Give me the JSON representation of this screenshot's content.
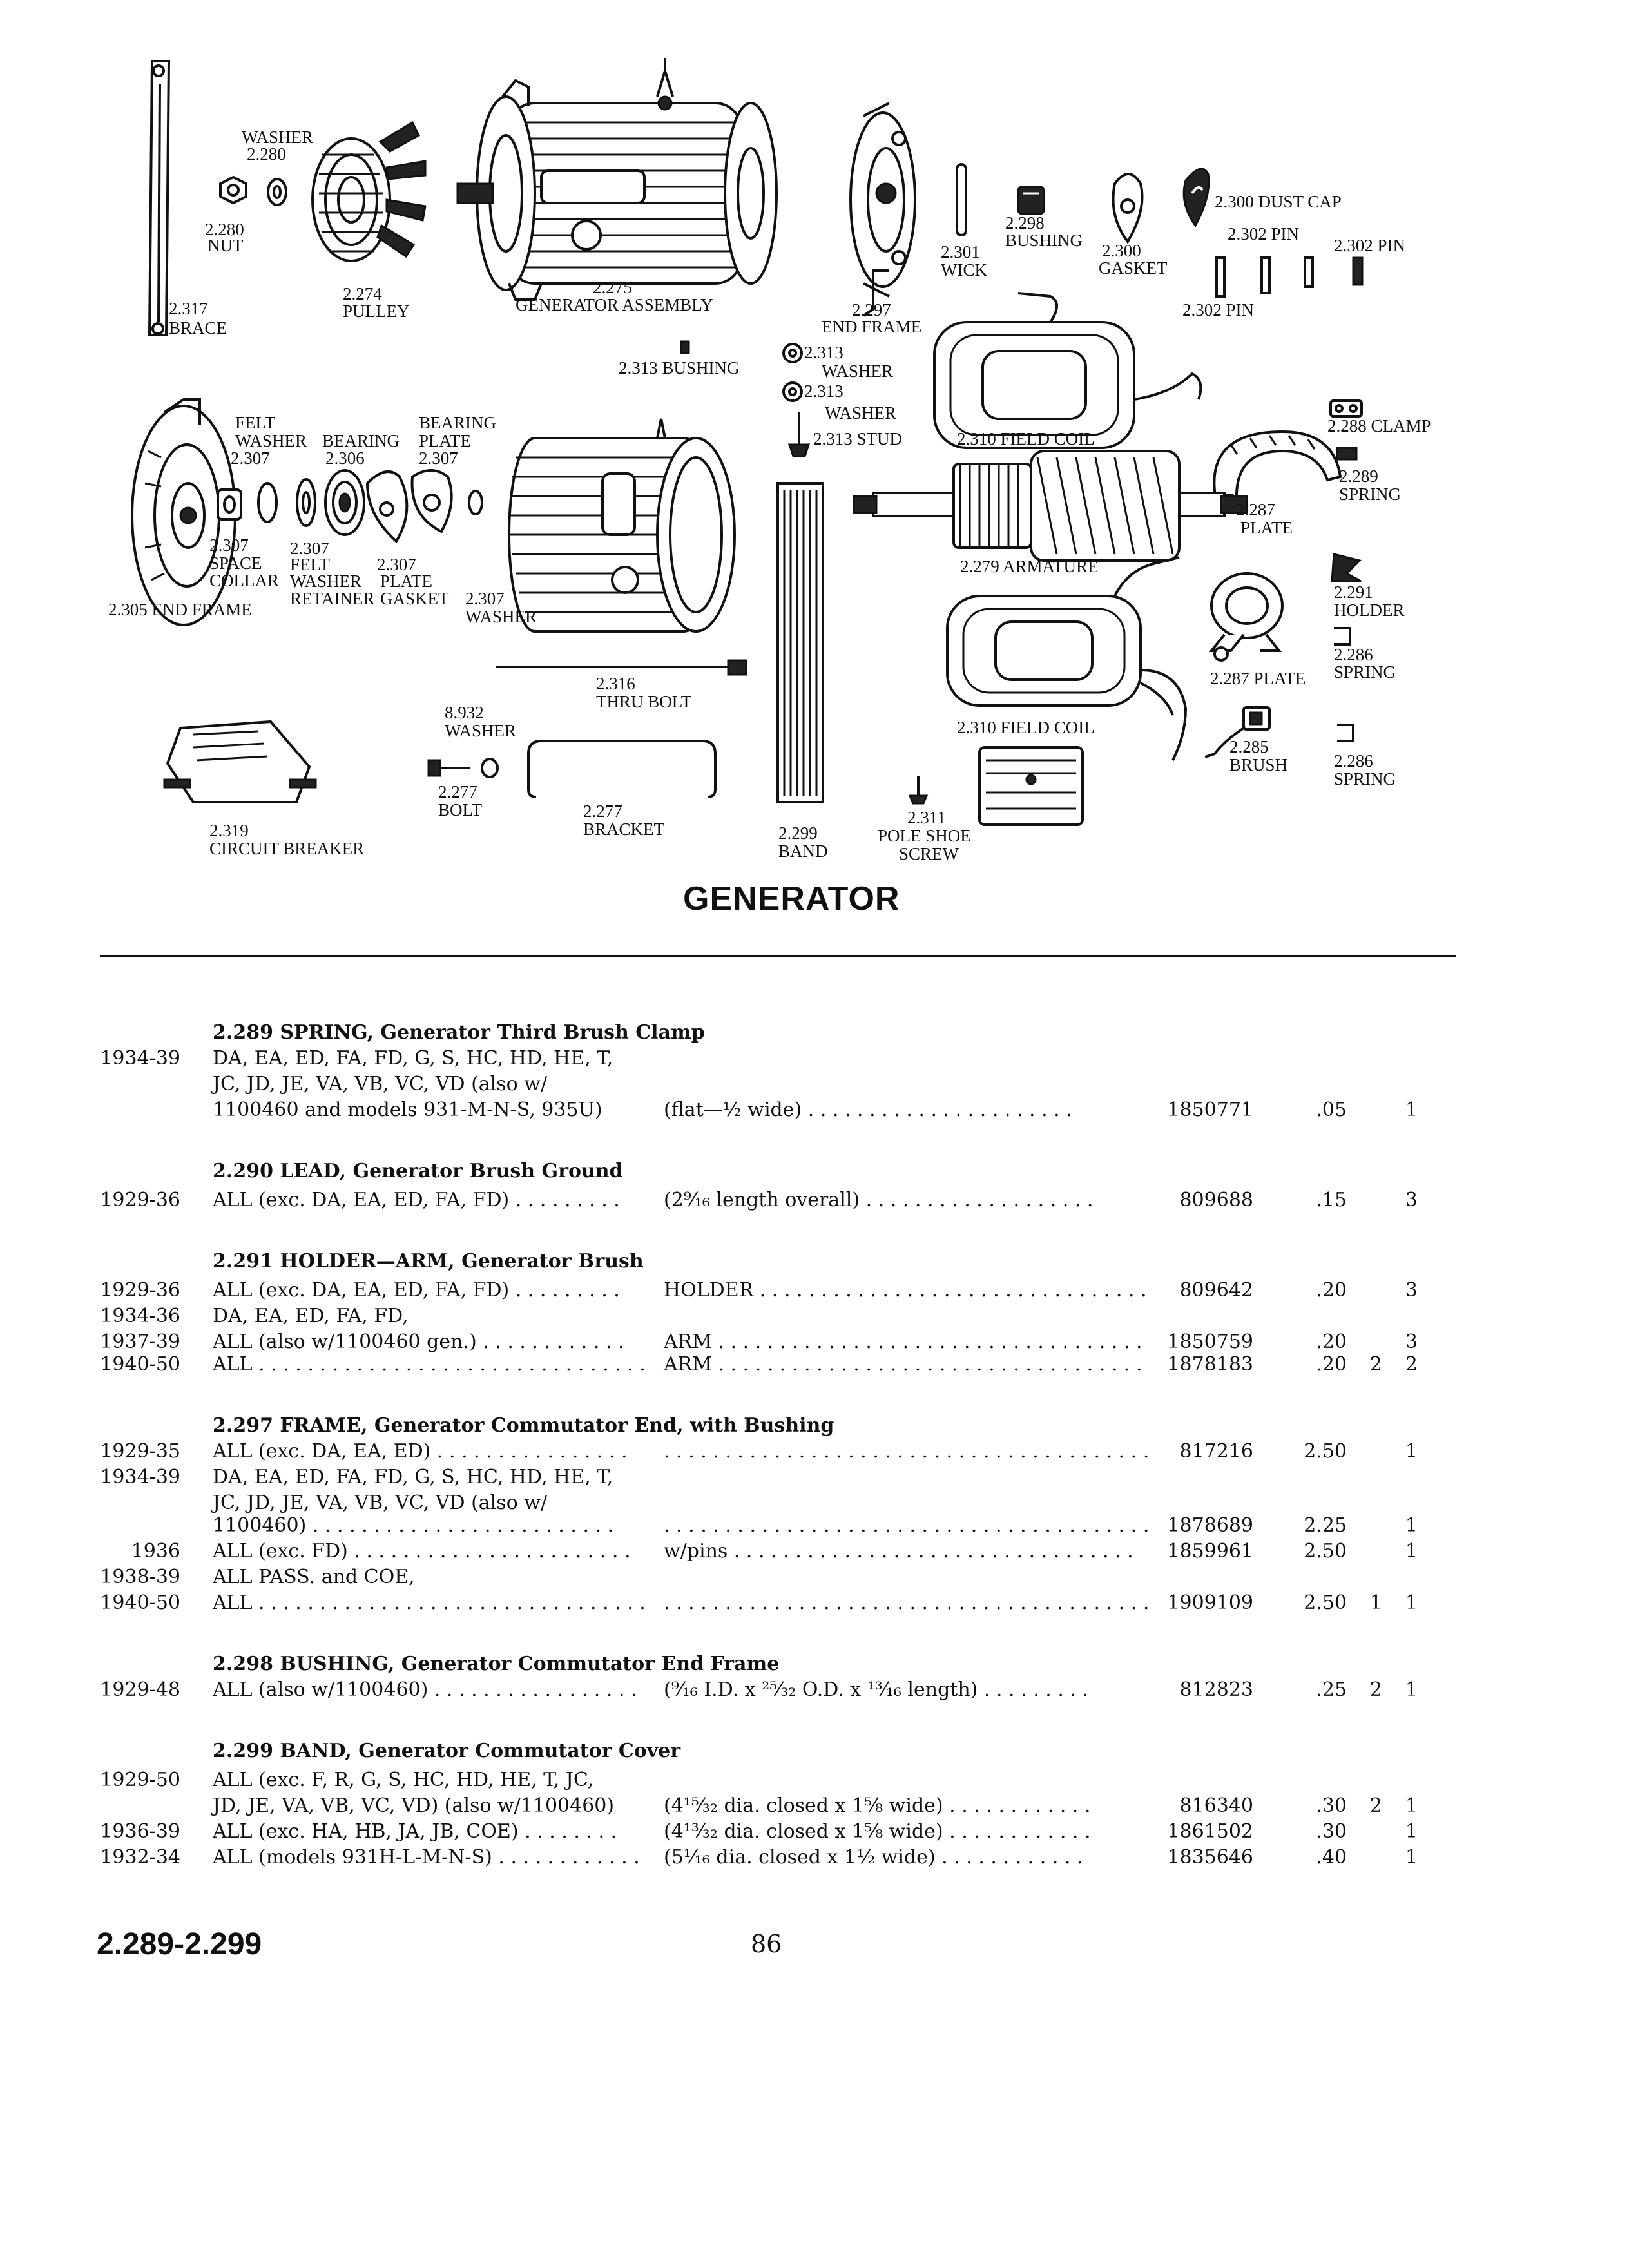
{
  "diagram_title": "GENERATOR",
  "callouts": {
    "washer_2280": "WASHER",
    "washer_2280_num": "2.280",
    "nut_num": "2.280",
    "nut": "NUT",
    "brace_num": "2.317",
    "brace": "BRACE",
    "pulley_num": "2.274",
    "pulley": "PULLEY",
    "gen_num": "2.275",
    "gen": "GENERATOR ASSEMBLY",
    "endframe_num": "2.297",
    "endframe": "END FRAME",
    "wick_num": "2.301",
    "wick": "WICK",
    "bushing298_num": "2.298",
    "bushing298": "BUSHING",
    "gasket300_num": "2.300",
    "gasket300": "GASKET",
    "dustcap": "2.300 DUST CAP",
    "pin302a": "2.302 PIN",
    "pin302b": "2.302 PIN",
    "pin302c": "2.302 PIN",
    "bushing313": "2.313 BUSHING",
    "washer313a_num": "2.313",
    "washer313a": "WASHER",
    "washer313b_num": "2.313",
    "washer313b": "WASHER",
    "stud313": "2.313 STUD",
    "fieldcoil_a": "2.310 FIELD COIL",
    "clamp288": "2.288 CLAMP",
    "spring289_num": "2.289",
    "spring289": "SPRING",
    "plate287a_num": "2.287",
    "plate287a": "PLATE",
    "felt_a": "FELT",
    "felt_b": "WASHER",
    "felt_num": "2.307",
    "bearing": "BEARING",
    "bearing_num": "2.306",
    "bplate_a": "BEARING",
    "bplate_b": "PLATE",
    "bplate_num": "2.307",
    "space_num": "2.307",
    "space_a": "SPACE",
    "space_b": "COLLAR",
    "feltret_num": "2.307",
    "feltret_a": "FELT",
    "feltret_b": "WASHER",
    "feltret_c": "RETAINER",
    "pgasket_num": "2.307",
    "pgasket_a": "PLATE",
    "pgasket_b": "GASKET",
    "endframe305": "2.305 END FRAME",
    "washer307_num": "2.307",
    "washer307": "WASHER",
    "armature": "2.279 ARMATURE",
    "holder291_num": "2.291",
    "holder291": "HOLDER",
    "spring286a_num": "2.286",
    "spring286a": "SPRING",
    "plate287b": "2.287 PLATE",
    "thrubolt_num": "2.316",
    "thrubolt": "THRU BOLT",
    "washer932_num": "8.932",
    "washer932": "WASHER",
    "bolt277_num": "2.277",
    "bolt277": "BOLT",
    "bracket277_num": "2.277",
    "bracket277": "BRACKET",
    "cb_num": "2.319",
    "cb": "CIRCUIT BREAKER",
    "band_num": "2.299",
    "band": "BAND",
    "fieldcoil_b": "2.310 FIELD COIL",
    "brush285_num": "2.285",
    "brush285": "BRUSH",
    "spring286b_num": "2.286",
    "spring286b": "SPRING",
    "poleshoe_num": "2.311",
    "poleshoe_a": "POLE SHOE",
    "poleshoe_b": "SCREW"
  },
  "sections": [
    {
      "header": "2.289  SPRING, Generator Third Brush Clamp",
      "rows": [
        {
          "year": "1934-39",
          "app": "DA, EA, ED, FA, FD, G, S, HC, HD, HE, T,",
          "desc": "",
          "part": "",
          "price": "",
          "q1": "",
          "q2": ""
        },
        {
          "year": "",
          "app": "JC, JD, JE, VA, VB, VC, VD (also w/",
          "desc": "",
          "part": "",
          "price": "",
          "q1": "",
          "q2": ""
        },
        {
          "year": "",
          "app": "1100460 and models 931-M-N-S, 935U)",
          "desc": "(flat—½ wide) . . . . . . . . . . . . . . . . . . . . . .",
          "part": "1850771",
          "price": ".05",
          "q1": "",
          "q2": "1"
        }
      ]
    },
    {
      "header": "2.290  LEAD, Generator Brush Ground",
      "rows": [
        {
          "year": "1929-36",
          "app": "ALL (exc. DA, EA, ED, FA, FD) . . . . . . . . .",
          "desc": "(2⁹⁄₁₆ length overall) . . . . . . . . . . . . . . . . . . .",
          "part": "809688",
          "price": ".15",
          "q1": "",
          "q2": "3"
        }
      ]
    },
    {
      "header": "2.291  HOLDER—ARM, Generator Brush",
      "rows": [
        {
          "year": "1929-36",
          "app": "ALL (exc. DA, EA, ED, FA, FD) . . . . . . . . .",
          "desc": "HOLDER . . . . . . . . . . . . . . . . . . . . . . . . . . . . . . . .",
          "part": "809642",
          "price": ".20",
          "q1": "",
          "q2": "3"
        },
        {
          "year": "1934-36",
          "app": "DA, EA, ED, FA, FD,",
          "desc": "",
          "part": "",
          "price": "",
          "q1": "",
          "q2": ""
        },
        {
          "year": "1937-39",
          "app": "ALL (also w/1100460 gen.) . . . . . . . . . . . .",
          "desc": "ARM . . . . . . . . . . . . . . . . . . . . . . . . . . . . . . . . . . .",
          "part": "1850759",
          "price": ".20",
          "q1": "",
          "q2": "3"
        },
        {
          "year": "1940-50",
          "app": "ALL . . . . . . . . . . . . . . . . . . . . . . . . . . . . . . . .",
          "desc": "ARM . . . . . . . . . . . . . . . . . . . . . . . . . . . . . . . . . . .",
          "part": "1878183",
          "price": ".20",
          "q1": "2",
          "q2": "2"
        }
      ]
    },
    {
      "header": "2.297  FRAME, Generator Commutator End, with Bushing",
      "rows": [
        {
          "year": "1929-35",
          "app": "ALL (exc. DA, EA, ED) . . . . . . . . . . . . . . . .",
          "desc": ". . . . . . . . . . . . . . . . . . . . . . . . . . . . . . . . . . . . . . . .",
          "part": "817216",
          "price": "2.50",
          "q1": "",
          "q2": "1"
        },
        {
          "year": "1934-39",
          "app": "DA, EA, ED, FA, FD, G, S, HC, HD, HE, T,",
          "desc": "",
          "part": "",
          "price": "",
          "q1": "",
          "q2": ""
        },
        {
          "year": "",
          "app": "JC, JD, JE, VA, VB, VC, VD (also w/",
          "desc": "",
          "part": "",
          "price": "",
          "q1": "",
          "q2": ""
        },
        {
          "year": "",
          "app": "1100460) . . . . . . . . . . . . . . . . . . . . . . . . .",
          "desc": ". . . . . . . . . . . . . . . . . . . . . . . . . . . . . . . . . . . . . . . .",
          "part": "1878689",
          "price": "2.25",
          "q1": "",
          "q2": "1"
        },
        {
          "year": "1936",
          "app": "ALL (exc. FD) . . . . . . . . . . . . . . . . . . . . . . .",
          "desc": "w/pins . . . . . . . . . . . . . . . . . . . . . . . . . . . . . . . . .",
          "part": "1859961",
          "price": "2.50",
          "q1": "",
          "q2": "1"
        },
        {
          "year": "1938-39",
          "app": "ALL PASS. and COE,",
          "desc": "",
          "part": "",
          "price": "",
          "q1": "",
          "q2": ""
        },
        {
          "year": "1940-50",
          "app": "ALL . . . . . . . . . . . . . . . . . . . . . . . . . . . . . . . .",
          "desc": ". . . . . . . . . . . . . . . . . . . . . . . . . . . . . . . . . . . . . . . .",
          "part": "1909109",
          "price": "2.50",
          "q1": "1",
          "q2": "1"
        }
      ]
    },
    {
      "header": "2.298  BUSHING, Generator Commutator End Frame",
      "rows": [
        {
          "year": "1929-48",
          "app": "ALL (also w/1100460) . . . . . . . . . . . . . . . . .",
          "desc": "(⁹⁄₁₆ I.D. x ²⁵⁄₃₂ O.D. x ¹³⁄₁₆ length) . . . . . . . . .",
          "part": "812823",
          "price": ".25",
          "q1": "2",
          "q2": "1"
        }
      ]
    },
    {
      "header": "2.299  BAND, Generator Commutator Cover",
      "rows": [
        {
          "year": "1929-50",
          "app": "ALL (exc. F, R, G, S, HC, HD, HE, T, JC,",
          "desc": "",
          "part": "",
          "price": "",
          "q1": "",
          "q2": ""
        },
        {
          "year": "",
          "app": "JD, JE, VA, VB, VC, VD) (also w/1100460)",
          "desc": "(4¹⁵⁄₃₂ dia. closed x 1⅝ wide) . . . . . . . . . . . .",
          "part": "816340",
          "price": ".30",
          "q1": "2",
          "q2": "1"
        },
        {
          "year": "1936-39",
          "app": "ALL (exc. HA, HB, JA, JB, COE) . . . . . . . .",
          "desc": "(4¹³⁄₃₂ dia. closed x 1⅝ wide) . . . . . . . . . . . .",
          "part": "1861502",
          "price": ".30",
          "q1": "",
          "q2": "1"
        },
        {
          "year": "1932-34",
          "app": "ALL (models 931H-L-M-N-S) . . . . . . . . . . . .",
          "desc": "(5¹⁄₁₆ dia. closed x 1½ wide) . . . . . . . . . . . .",
          "part": "1835646",
          "price": ".40",
          "q1": "",
          "q2": "1"
        }
      ]
    }
  ],
  "footer": {
    "range": "2.289-2.299",
    "page": "86"
  }
}
